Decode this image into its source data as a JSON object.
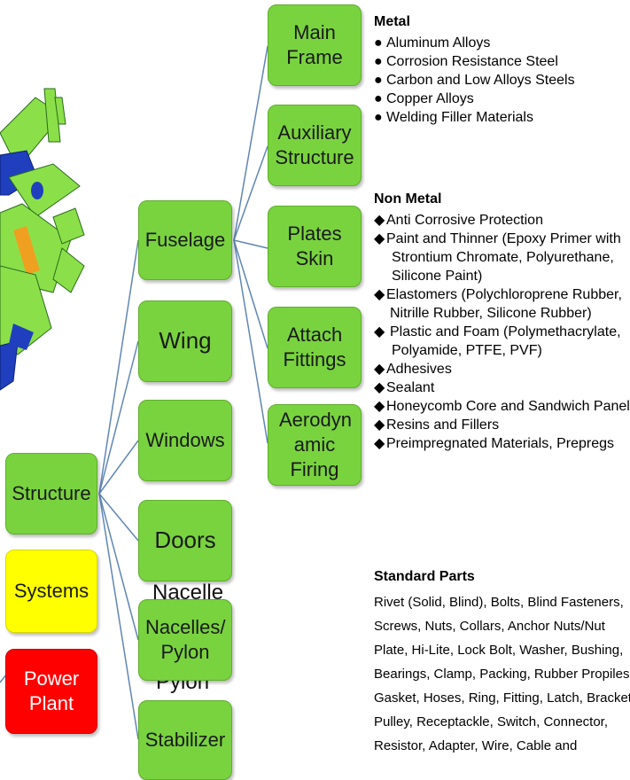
{
  "level1": [
    "Structure",
    "Systems",
    "Power Plant"
  ],
  "level2": [
    "Fuselage",
    "Wing",
    "Windows",
    "Doors",
    "Nacelles/ Pylon",
    "Stabilizer"
  ],
  "level3": [
    "Main Frame",
    "Auxiliary Structure",
    "Plates Skin",
    "Attach Fittings",
    "Aerodyn amic Firing"
  ],
  "overlap_texts": [
    "Nacelle",
    "Pylon"
  ],
  "metal": {
    "heading": "Metal",
    "bullet": "●",
    "items": [
      "Aluminum Alloys",
      "Corrosion Resistance Steel",
      "Carbon and Low Alloys Steels",
      "Copper Alloys",
      "Welding Filler Materials"
    ]
  },
  "nonmetal": {
    "heading": "Non Metal",
    "bullet": "◆",
    "items": [
      "Anti Corrosive Protection",
      "Paint and Thinner (Epoxy Primer with",
      "Strontium Chromate, Polyurethane,",
      "Silicone Paint)",
      "Elastomers (Polychloroprene Rubber,",
      "Nitrille Rubber, Silicone Rubber)",
      "Plastic and Foam (Polymethacrylate,",
      "Polyamide, PTFE, PVF)",
      "Adhesives",
      "Sealant",
      "Honeycomb Core and Sandwich Panel",
      "Resins and Fillers",
      "Preimpregnated Materials, Prepregs"
    ]
  },
  "standard": {
    "heading": "Standard Parts",
    "text": "Rivet (Solid, Blind), Bolts, Blind Fasteners, Screws, Nuts, Collars, Anchor Nuts/Nut Plate, Hi-Lite, Lock Bolt, Washer, Bushing, Bearings, Clamp, Packing, Rubber Propiles, Gasket, Hoses, Ring, Fitting, Latch, Bracket, Pulley, Receptackle, Switch, Connector, Resistor, Adapter, Wire, Cable and"
  },
  "colors": {
    "green": "#79d33f",
    "yellow": "#ffff00",
    "red": "#ff0000",
    "line": "#5f86b3"
  }
}
